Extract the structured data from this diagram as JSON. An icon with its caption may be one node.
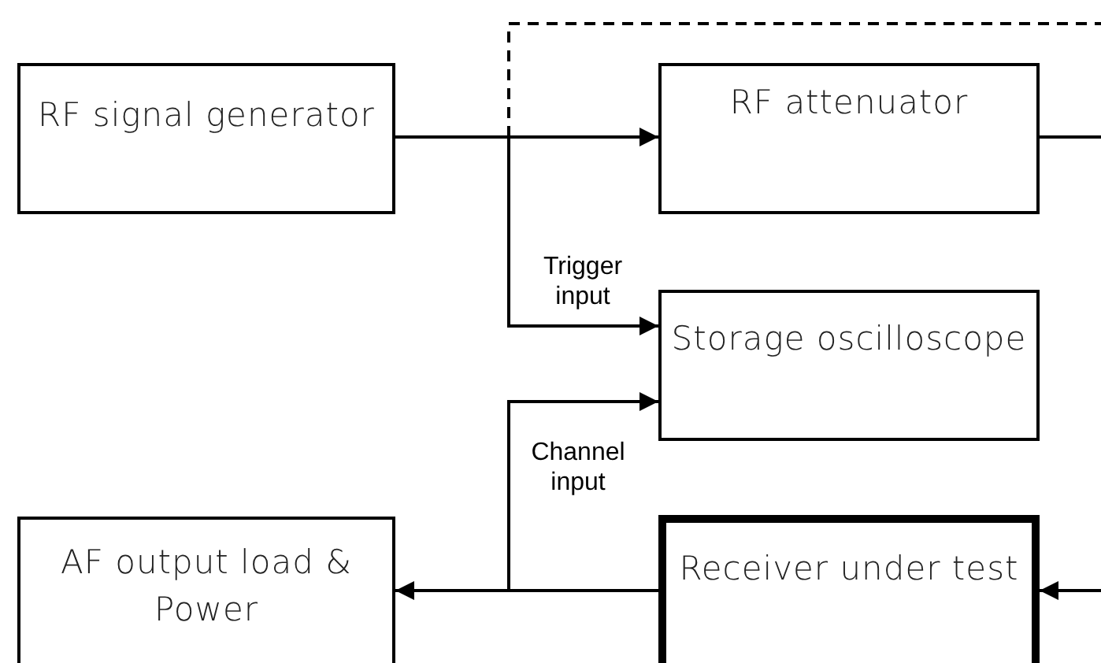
{
  "diagram": {
    "nodes": [
      {
        "text": [
          "RF signal generator"
        ]
      },
      {
        "text": [
          "RF attenuator"
        ]
      },
      {
        "text": [
          "Storage oscilloscope"
        ]
      },
      {
        "text": [
          "AF output load & Power"
        ]
      },
      {
        "text": [
          "Receiver under test"
        ]
      }
    ],
    "edges": [
      {
        "from": 0,
        "to": 1,
        "arrow": "to"
      },
      {
        "from": 0,
        "to": 2,
        "arrow": "to",
        "label": "Trigger input"
      },
      {
        "from": 0,
        "to": null,
        "arrow": "none",
        "style": "dashed"
      },
      {
        "from": 1,
        "to": null,
        "arrow": "none"
      },
      {
        "from": 4,
        "to": 3,
        "arrow": "to"
      },
      {
        "from": 4,
        "to": 2,
        "arrow": "to",
        "label": "Channel input"
      },
      {
        "from": null,
        "to": 4,
        "arrow": "to"
      }
    ]
  }
}
